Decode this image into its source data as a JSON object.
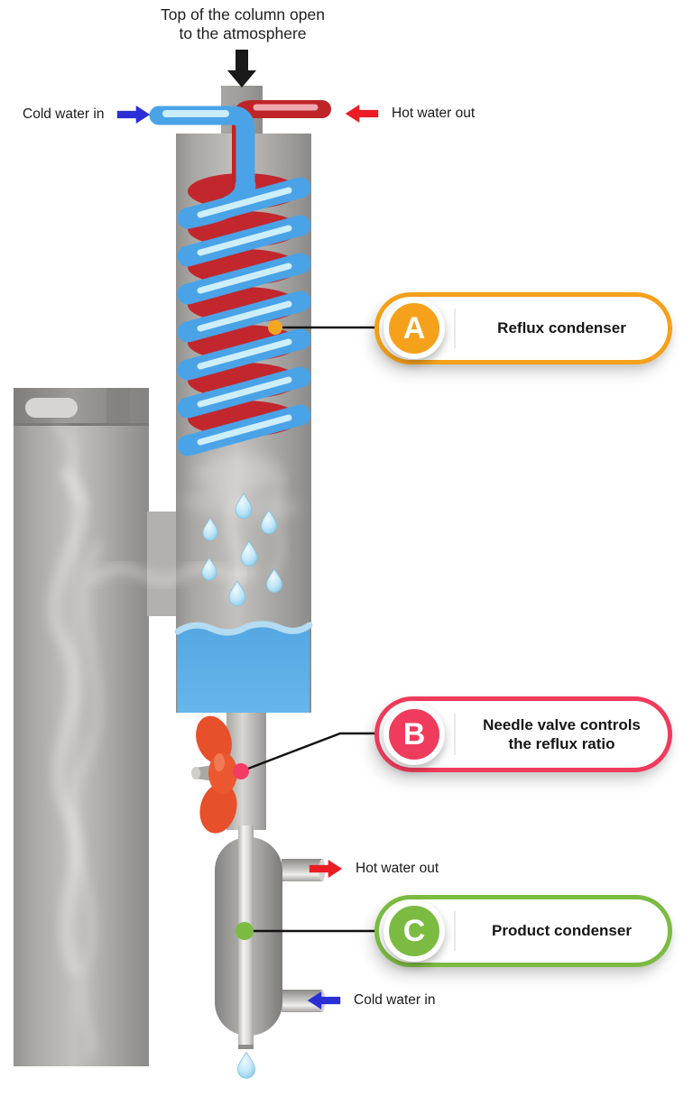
{
  "title": {
    "line1": "Top of the column open",
    "line2": "to the atmosphere"
  },
  "labels": {
    "top_cold": "Cold water in",
    "top_hot": "Hot water out",
    "bottom_hot": "Hot water out",
    "bottom_cold": "Cold water in"
  },
  "callouts": [
    {
      "letter": "A",
      "text": "Reflux condenser",
      "color": "#F5A11B"
    },
    {
      "letter": "B",
      "text": "Needle valve controls the reflux ratio",
      "color": "#EF3B5C"
    },
    {
      "letter": "C",
      "text": "Product condenser",
      "color": "#7CBB42"
    }
  ],
  "colors": {
    "arrow_blue": "#2B2FD6",
    "arrow_red": "#EC1C24",
    "arrow_black": "#1A1A1A",
    "coil_blue": "#4AA3E6",
    "coil_red": "#C1272D",
    "liquid_blue": "#54A7E2",
    "column_gray": "#B4B2AF",
    "valve_orange": "#E8502B",
    "marker_a": "#F5A623",
    "marker_b": "#F43B63",
    "marker_c": "#7CBB42",
    "connector_line": "#111111"
  }
}
